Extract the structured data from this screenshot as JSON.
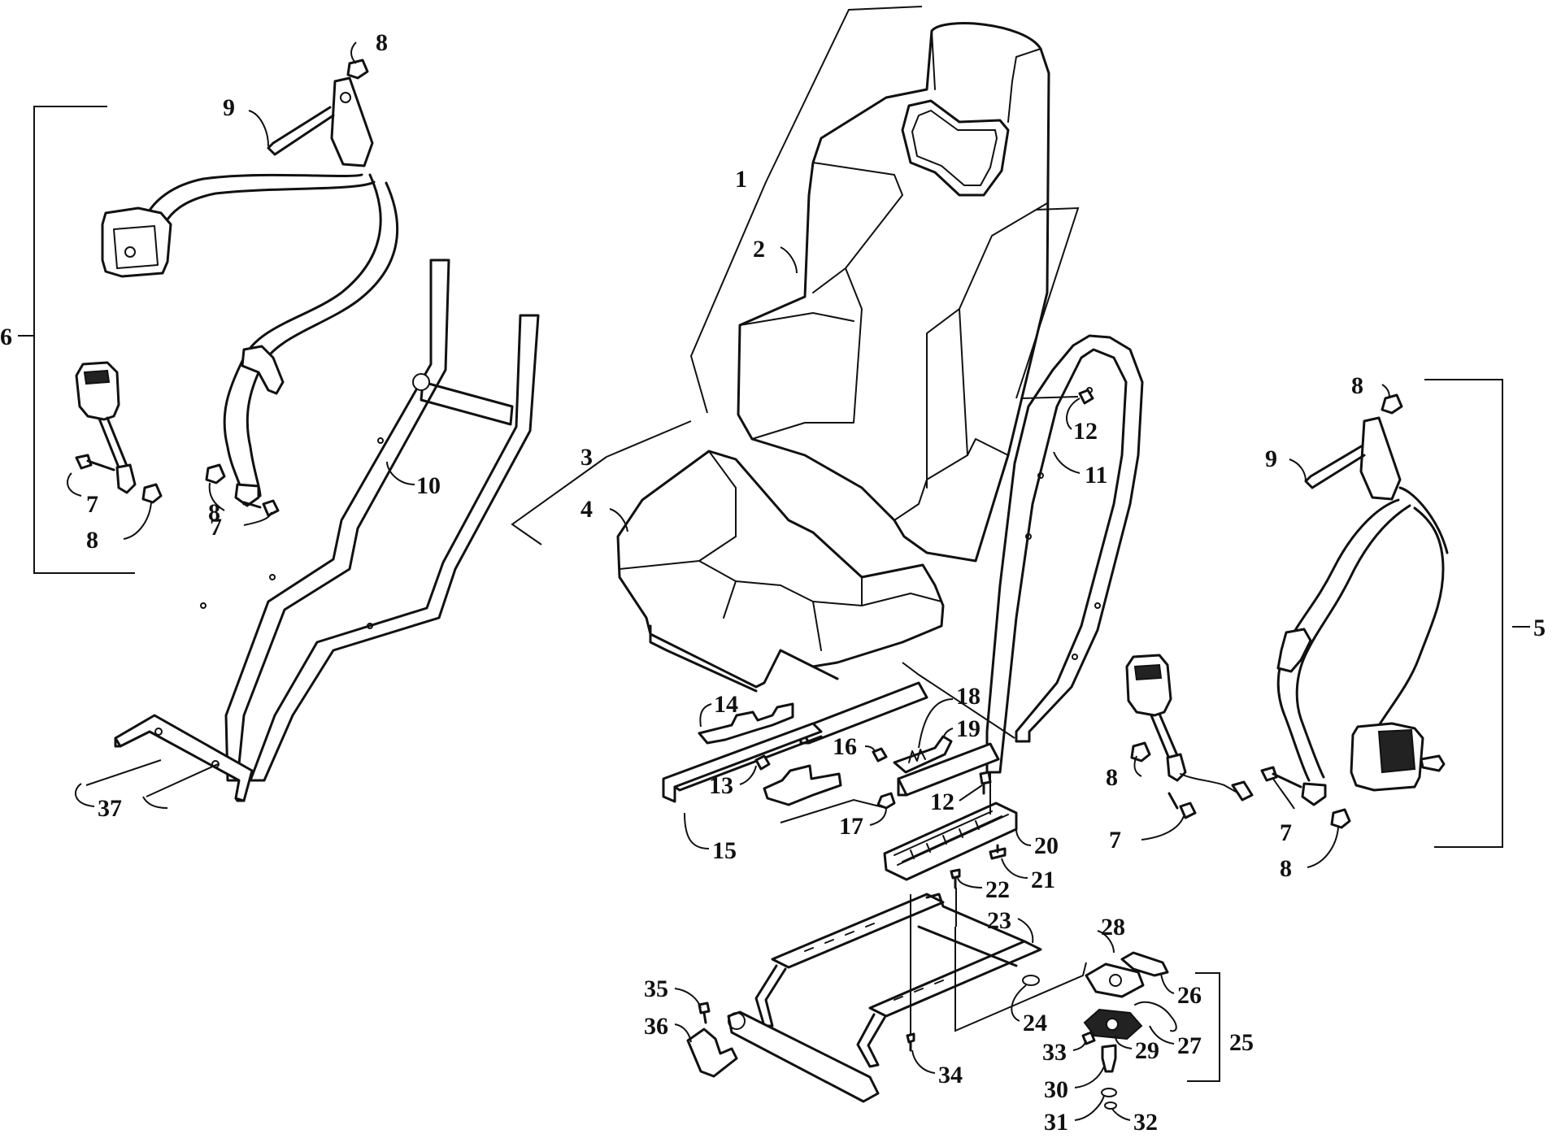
{
  "diagram": {
    "callouts": [
      {
        "id": "c1",
        "text": "1"
      },
      {
        "id": "c2",
        "text": "2"
      },
      {
        "id": "c3",
        "text": "3"
      },
      {
        "id": "c4",
        "text": "4"
      },
      {
        "id": "c5",
        "text": "5"
      },
      {
        "id": "c6",
        "text": "6"
      },
      {
        "id": "c7a",
        "text": "7"
      },
      {
        "id": "c7b",
        "text": "7"
      },
      {
        "id": "c7c",
        "text": "7"
      },
      {
        "id": "c7d",
        "text": "7"
      },
      {
        "id": "c8a",
        "text": "8"
      },
      {
        "id": "c8b",
        "text": "8"
      },
      {
        "id": "c8c",
        "text": "8"
      },
      {
        "id": "c8d",
        "text": "8"
      },
      {
        "id": "c8e",
        "text": "8"
      },
      {
        "id": "c8f",
        "text": "8"
      },
      {
        "id": "c9a",
        "text": "9"
      },
      {
        "id": "c9b",
        "text": "9"
      },
      {
        "id": "c10",
        "text": "10"
      },
      {
        "id": "c11",
        "text": "11"
      },
      {
        "id": "c12a",
        "text": "12"
      },
      {
        "id": "c12b",
        "text": "12"
      },
      {
        "id": "c13",
        "text": "13"
      },
      {
        "id": "c14",
        "text": "14"
      },
      {
        "id": "c15",
        "text": "15"
      },
      {
        "id": "c16",
        "text": "16"
      },
      {
        "id": "c17",
        "text": "17"
      },
      {
        "id": "c18",
        "text": "18"
      },
      {
        "id": "c19",
        "text": "19"
      },
      {
        "id": "c20",
        "text": "20"
      },
      {
        "id": "c21",
        "text": "21"
      },
      {
        "id": "c22",
        "text": "22"
      },
      {
        "id": "c23",
        "text": "23"
      },
      {
        "id": "c24",
        "text": "24"
      },
      {
        "id": "c25",
        "text": "25"
      },
      {
        "id": "c26",
        "text": "26"
      },
      {
        "id": "c27",
        "text": "27"
      },
      {
        "id": "c28",
        "text": "28"
      },
      {
        "id": "c29",
        "text": "29"
      },
      {
        "id": "c30",
        "text": "30"
      },
      {
        "id": "c31",
        "text": "31"
      },
      {
        "id": "c32",
        "text": "32"
      },
      {
        "id": "c33",
        "text": "33"
      },
      {
        "id": "c34",
        "text": "34"
      },
      {
        "id": "c35",
        "text": "35"
      },
      {
        "id": "c36",
        "text": "36"
      },
      {
        "id": "c37",
        "text": "37"
      }
    ]
  }
}
